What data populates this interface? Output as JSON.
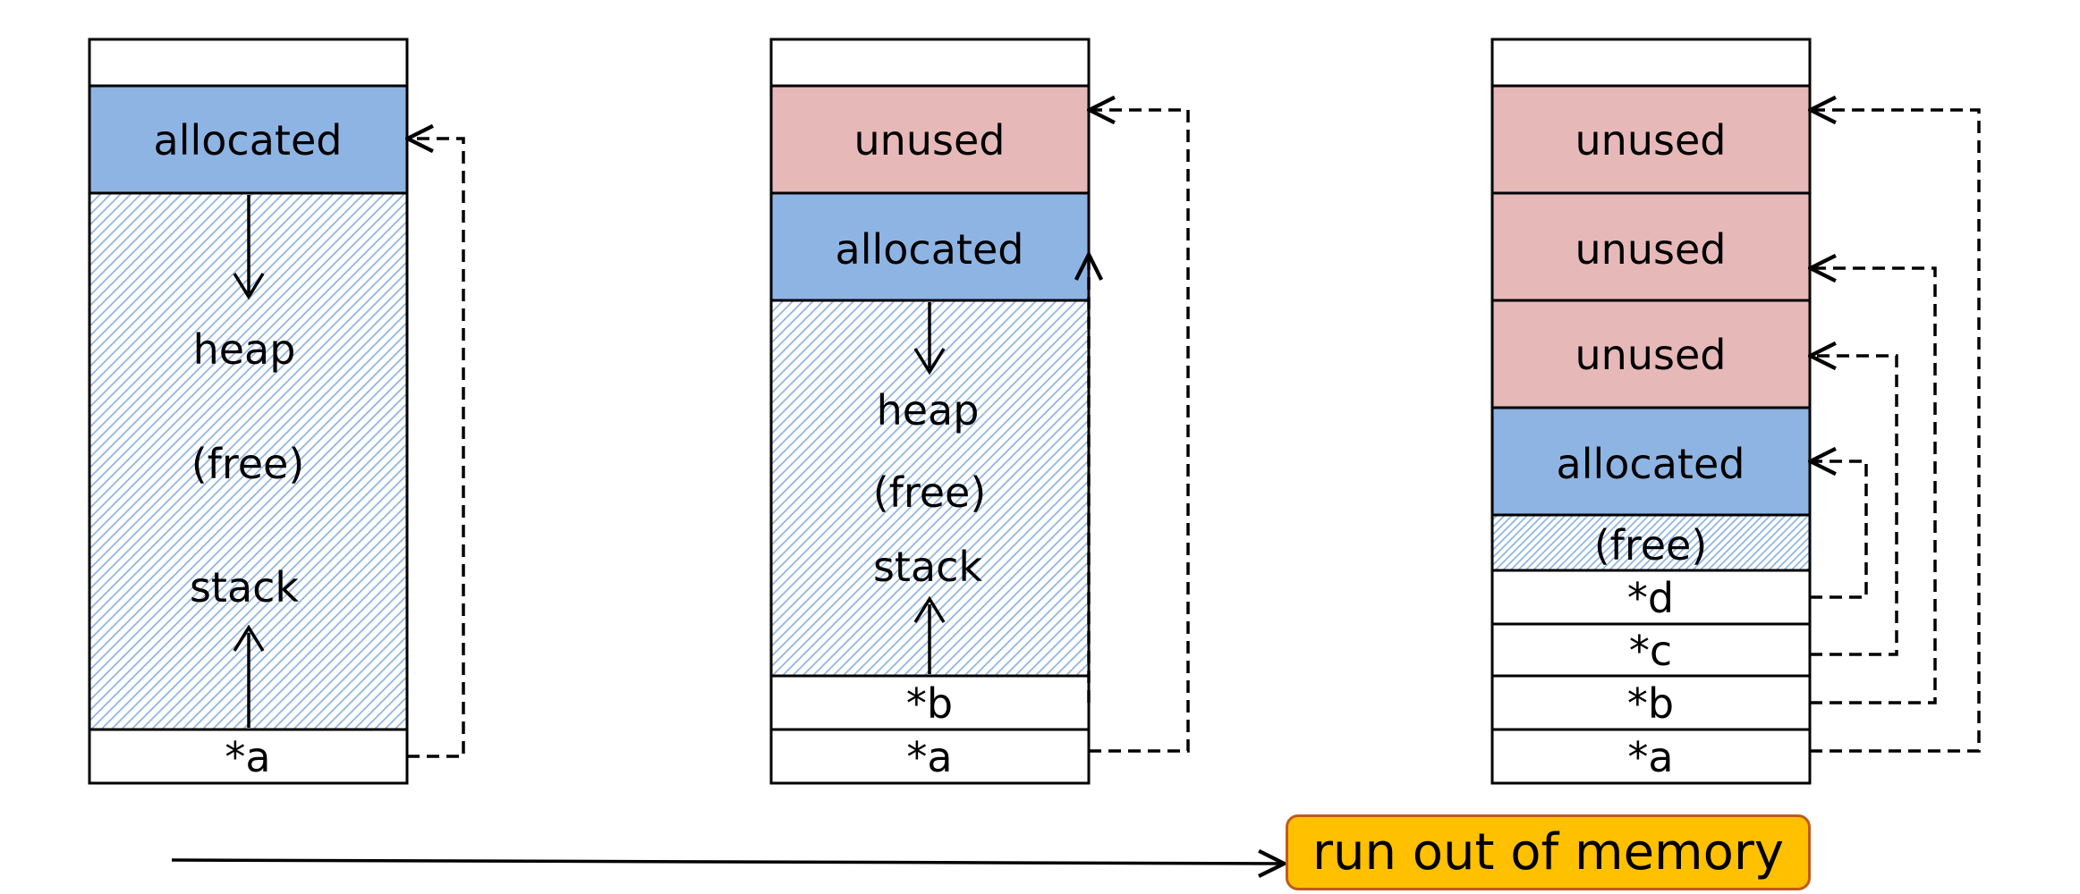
{
  "colors": {
    "allocated": "#8eb4e3",
    "unused": "#e6b9b8",
    "free_hatch": "#8eb4e3",
    "status_box": "#ffc000",
    "status_border": "#c05a1c"
  },
  "panels": [
    {
      "allocated_label": "allocated",
      "heap_label": "heap",
      "free_label": "(free)",
      "stack_label": "stack",
      "pointer_a": "*a"
    },
    {
      "unused_label": "unused",
      "allocated_label": "allocated",
      "heap_label": "heap",
      "free_label": "(free)",
      "stack_label": "stack",
      "pointer_b": "*b",
      "pointer_a": "*a"
    },
    {
      "unused_1": "unused",
      "unused_2": "unused",
      "unused_3": "unused",
      "allocated_label": "allocated",
      "free_label": "(free)",
      "pointer_d": "*d",
      "pointer_c": "*c",
      "pointer_b": "*b",
      "pointer_a": "*a"
    }
  ],
  "status": {
    "label": "run out of memory"
  }
}
